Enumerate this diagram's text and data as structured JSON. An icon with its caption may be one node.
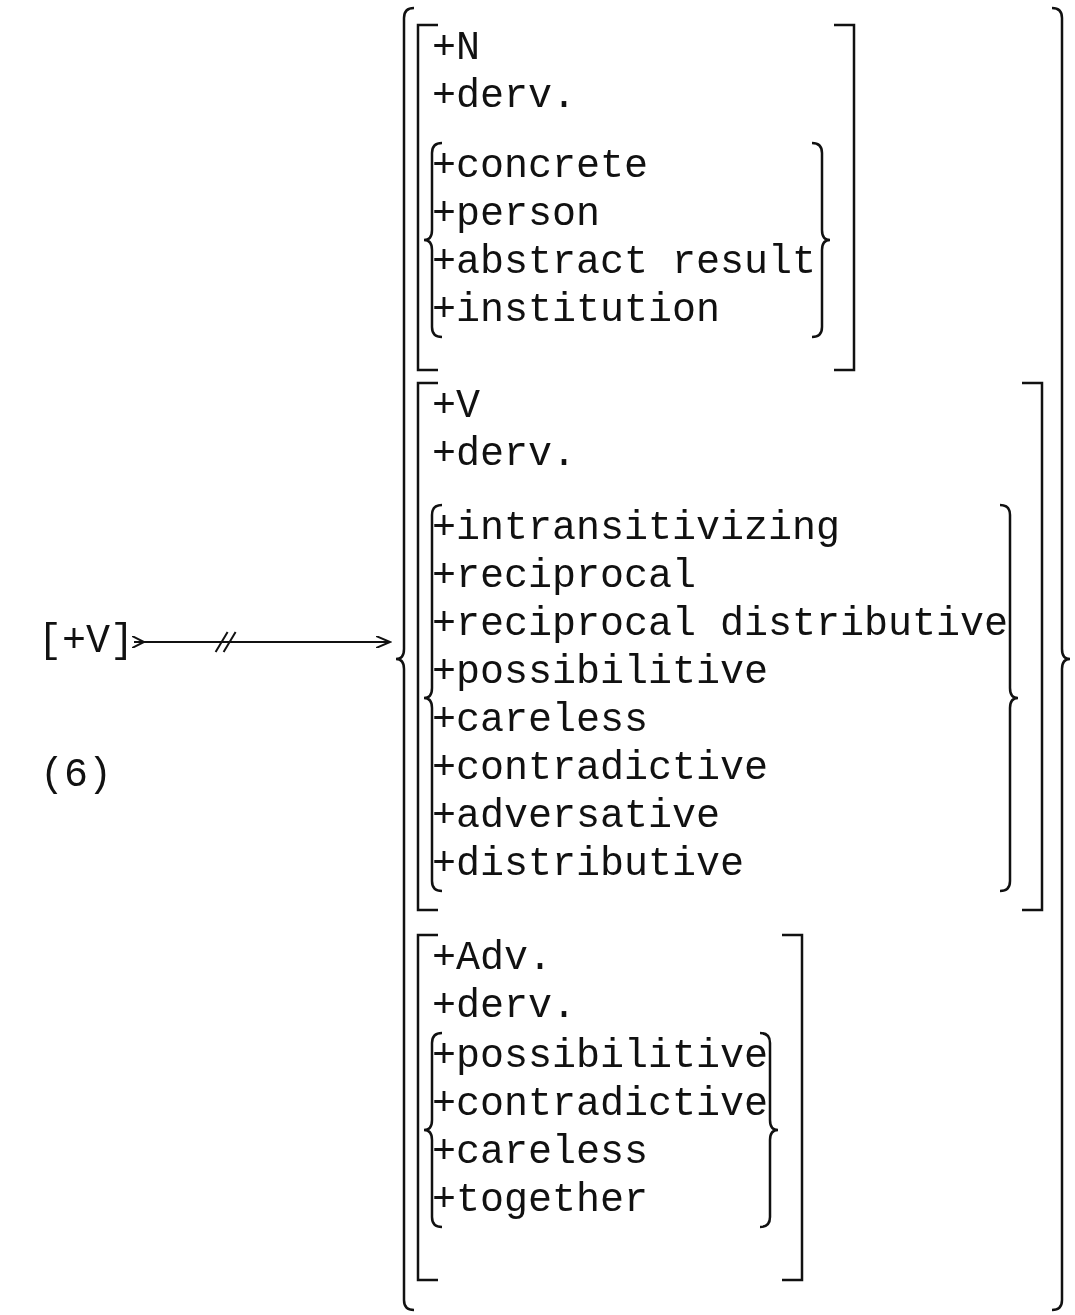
{
  "diagram": {
    "nodes": [
      {
        "text": [
          "[+V]"
        ]
      },
      {
        "text": [],
        "shape": "brace"
      },
      {
        "text": [
          "+N",
          "+derv."
        ],
        "in": 1
      },
      {
        "text": [
          "+concrete",
          "+person",
          "+abstract result",
          "+institution"
        ],
        "in": 2
      },
      {
        "text": [
          "+V",
          "+derv."
        ],
        "in": 1
      },
      {
        "text": [
          "+intransitivizing",
          "+reciprocal",
          "+reciprocal distributive",
          "+possibilitive",
          "+careless",
          "+contradictive",
          "+adversative",
          "+distributive"
        ],
        "in": 4
      },
      {
        "text": [
          "+Adv.",
          "+derv."
        ],
        "in": 1
      },
      {
        "text": [
          "+possibilitive",
          "+contradictive",
          "+careless",
          "+together"
        ],
        "in": 6
      }
    ],
    "edges": [
      {
        "from": 0,
        "to": 1,
        "arrow": "to"
      }
    ],
    "labels": [
      "(6)"
    ]
  }
}
